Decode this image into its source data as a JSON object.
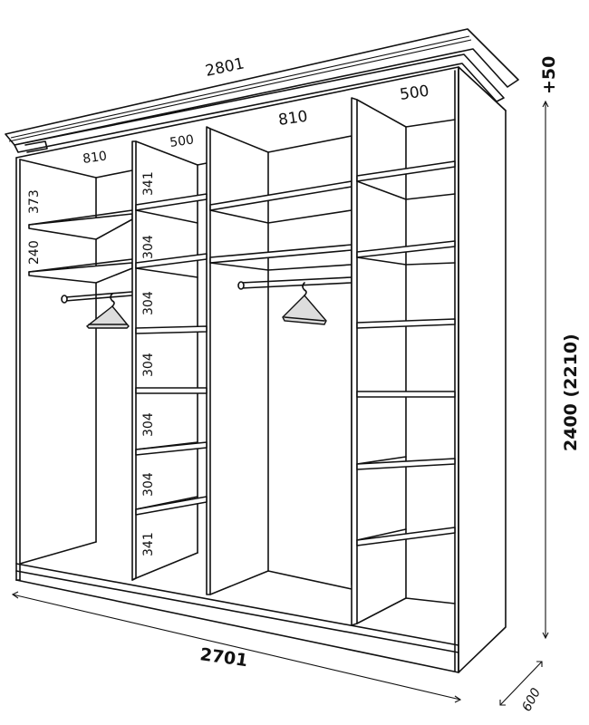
{
  "diagram": {
    "subject": "Built-in sliding wardrobe, 4 sections, isometric line drawing",
    "dimensions": {
      "cornice_width": "2801",
      "overall_width": "2701",
      "height": "2400 (2210)",
      "cornice_extra_height": "+50",
      "depth": "600"
    },
    "sections": [
      {
        "name": "left hanging section",
        "width": "810",
        "shelf_gaps": [
          "373",
          "240"
        ],
        "has_rail": true
      },
      {
        "name": "left shelf column",
        "width": "500",
        "shelf_gaps": [
          "341",
          "304",
          "304",
          "304",
          "304",
          "304",
          "341"
        ],
        "has_rail": false
      },
      {
        "name": "center hanging section",
        "width": "810",
        "has_rail": true
      },
      {
        "name": "right shelf column",
        "width": "500",
        "has_rail": false
      }
    ],
    "colors": {
      "line": "#111111",
      "background": "#ffffff",
      "hanger_fill": "#dddddd"
    }
  }
}
